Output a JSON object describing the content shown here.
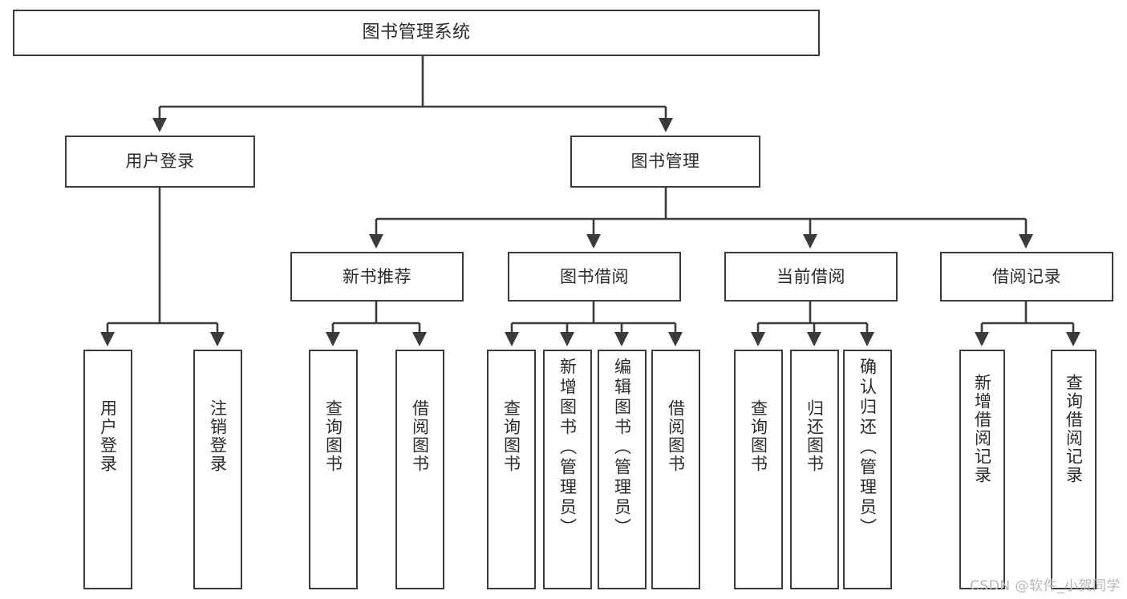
{
  "diagram": {
    "title": "图书管理系统",
    "type": "tree",
    "orientation": "top-down",
    "line_color": "#3b3b3b",
    "box_fill": "#ffffff",
    "text_color": "#2b2b2b"
  },
  "nodes": {
    "root": {
      "label": "图书管理系统"
    },
    "level2": [
      {
        "id": "user-login",
        "label": "用户登录"
      },
      {
        "id": "book-manage",
        "label": "图书管理"
      }
    ],
    "level3": [
      {
        "id": "new-book-recommend",
        "label": "新书推荐"
      },
      {
        "id": "book-borrow",
        "label": "图书借阅"
      },
      {
        "id": "current-borrow",
        "label": "当前借阅"
      },
      {
        "id": "borrow-record",
        "label": "借阅记录"
      }
    ],
    "leaves": {
      "user_login": [
        {
          "id": "leaf-user-login",
          "label": "用户登录"
        },
        {
          "id": "leaf-logout-login",
          "label": "注销登录"
        }
      ],
      "new_book_recommend": [
        {
          "id": "leaf-query-book-1",
          "label": "查询图书"
        },
        {
          "id": "leaf-borrow-book-1",
          "label": "借阅图书"
        }
      ],
      "book_borrow": [
        {
          "id": "leaf-query-book-2",
          "label": "查询图书"
        },
        {
          "id": "leaf-add-book",
          "label": "新增图书（管理员）"
        },
        {
          "id": "leaf-edit-book",
          "label": "编辑图书（管理员）"
        },
        {
          "id": "leaf-borrow-book-2",
          "label": "借阅图书"
        }
      ],
      "current_borrow": [
        {
          "id": "leaf-query-book-3",
          "label": "查询图书"
        },
        {
          "id": "leaf-return-book",
          "label": "归还图书"
        },
        {
          "id": "leaf-confirm-return",
          "label": "确认归还（管理员）"
        }
      ],
      "borrow_record": [
        {
          "id": "leaf-add-borrow-record",
          "label": "新增借阅记录"
        },
        {
          "id": "leaf-query-borrow-record",
          "label": "查询借阅记录"
        }
      ]
    }
  },
  "watermark": {
    "text": "CSDN @软件_小贺同学"
  }
}
